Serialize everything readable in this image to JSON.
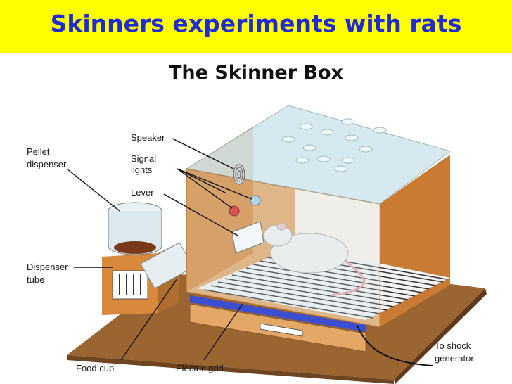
{
  "slide": {
    "title": "Skinners experiments with rats",
    "subtitle": "The Skinner Box"
  },
  "diagram": {
    "labels": {
      "speaker": "Speaker",
      "signal_lights_1": "Signal",
      "signal_lights_2": "lights",
      "lever": "Lever",
      "pellet_dispenser_1": "Pellet",
      "pellet_dispenser_2": "dispenser",
      "dispenser_tube_1": "Dispenser",
      "dispenser_tube_2": "tube",
      "food_cup": "Food cup",
      "electric_grid": "Electric grid",
      "shock_generator_1": "To shock",
      "shock_generator_2": "generator"
    },
    "colors": {
      "title_background": "#ffff00",
      "title_text": "#1f2bd6",
      "wood": "#d9893c",
      "wood_dark": "#a9652a",
      "base": "#8a5a2b",
      "glass": "#cfe6ee",
      "grid_strip": "#3b4fd0"
    }
  }
}
